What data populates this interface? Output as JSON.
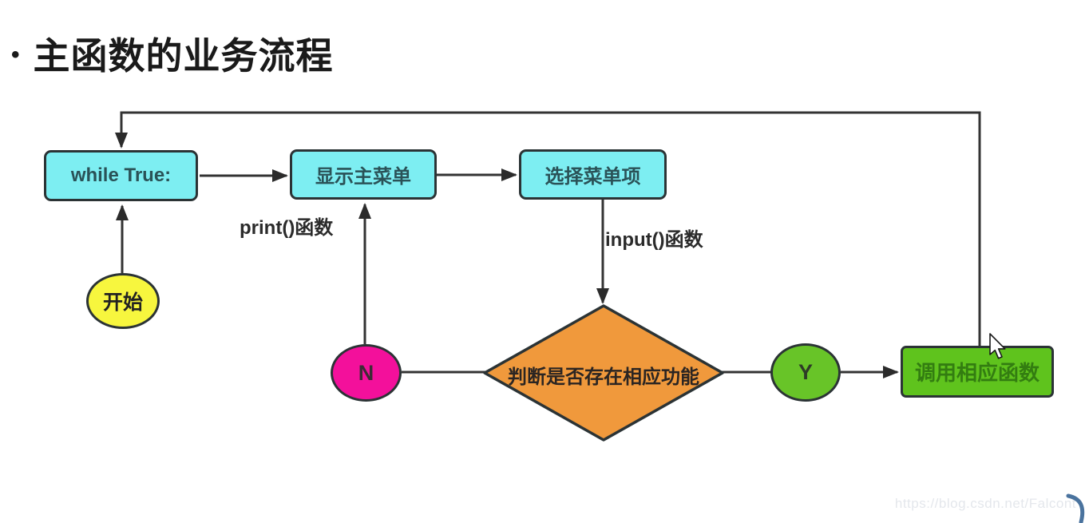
{
  "title": {
    "bullet": "•",
    "text": "主函数的业务流程"
  },
  "nodes": {
    "while_true": {
      "label": "while True:"
    },
    "display_menu": {
      "label": "显示主菜单"
    },
    "select_menu": {
      "label": "选择菜单项"
    },
    "start": {
      "label": "开始"
    },
    "decision": {
      "label": "判断是否存在相应功能"
    },
    "no_branch": {
      "label": "N"
    },
    "yes_branch": {
      "label": "Y"
    },
    "call_function": {
      "label": "调用相应函数"
    }
  },
  "edge_labels": {
    "print_fn": "print()函数",
    "input_fn": "input()函数"
  },
  "watermark": {
    "text": "https://blog.csdn.net/Falcont"
  },
  "colors": {
    "title_color": "#1a1a1a",
    "cyan_fill": "#7deef2",
    "cyan_text": "#2a5257",
    "yellow_fill": "#f7f63e",
    "pink_fill": "#f3109b",
    "green_circle_fill": "#68c428",
    "green_box_fill": "#5fc31d",
    "green_box_text": "#337d11",
    "orange_fill": "#f0993c",
    "line_dark": "#333333",
    "node_border": "#2b3335",
    "label_color": "#2b2b2b",
    "watermark_color": "#e4e7ec",
    "swoosh_color": "#4a739e"
  }
}
